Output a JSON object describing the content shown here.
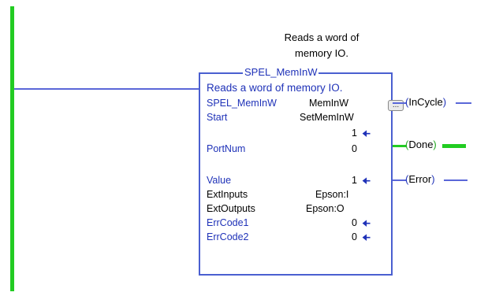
{
  "comment": {
    "line1": "Reads a word of",
    "line2": "memory IO."
  },
  "block": {
    "title": "SPEL_MemInW",
    "description": "Reads a word of memory IO.",
    "ellipsis_label": "...",
    "rows": [
      {
        "label": "SPEL_MemInW",
        "value": "MemInW"
      },
      {
        "label": "Start",
        "value": "SetMemInW"
      },
      {
        "label": "",
        "value": "1"
      },
      {
        "label": "PortNum",
        "value": "0"
      },
      {
        "label": "Value",
        "value": "1"
      },
      {
        "label": "ExtInputs",
        "value": "Epson:I"
      },
      {
        "label": "ExtOutputs",
        "value": "Epson:O"
      },
      {
        "label": "ErrCode1",
        "value": "0"
      },
      {
        "label": "ErrCode2",
        "value": "0"
      }
    ]
  },
  "outputs": {
    "incycle": "InCycle",
    "done": "Done",
    "error": "Error"
  },
  "colors": {
    "rail_green": "#22cc22",
    "wire_blue": "#5a67d8",
    "text_blue": "#1f32b8"
  },
  "icons": {
    "output_arrow": "left-arrow-icon"
  }
}
